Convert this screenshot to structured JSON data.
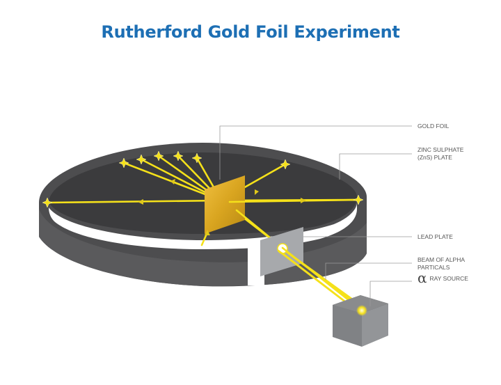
{
  "title": "Rutherford Gold Foil Experiment",
  "colors": {
    "title": "#1d6fb4",
    "ring": "#4d4d4f",
    "ring_inner": "#3a3a3c",
    "gold": "#d9a520",
    "beam": "#f5e11a",
    "lead_plate": "#a7a9ac",
    "source_box": "#6d6e71",
    "leader": "#9a9a9a"
  },
  "labels": {
    "gold_foil": "GOLD FOIL",
    "zinc_line1": "ZINC SULPHATE",
    "zinc_line2": "(ZnS) PLATE",
    "lead_plate": "LEAD PLATE",
    "beam_line1": "BEAM OF ALPHA",
    "beam_line2": "PARTICALS",
    "alpha_symbol": "α",
    "ray_source": "RAY SOURCE"
  },
  "icons": [
    "flash-star-icon",
    "arrow-head-icon"
  ]
}
